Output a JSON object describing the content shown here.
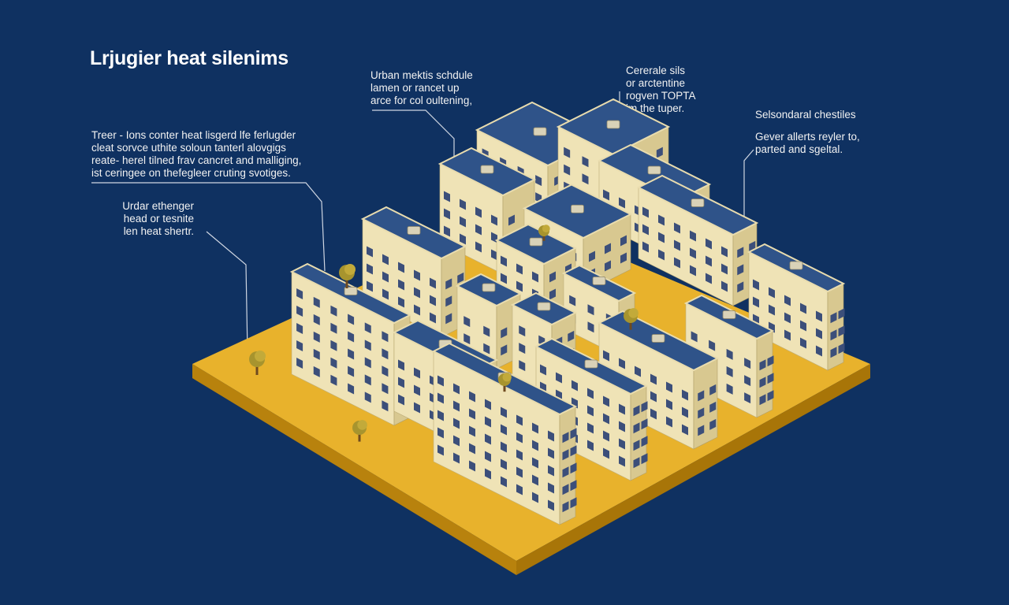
{
  "title": "Lrjugier heat silenims",
  "colors": {
    "background": "#0f3161",
    "ground": "#e8b22c",
    "ground_side": "#b8820d",
    "roof": "#2f5389",
    "wall_light": "#efe3b6",
    "wall_shade": "#d8c890",
    "window": "#3c4f7a",
    "leader_line": "#cfd6e2"
  },
  "annotations": [
    {
      "id": "top-left-block",
      "lines": [
        "Treer - Ions conter heat lisgerd lfe ferlugder",
        "cleat sorvce uthite soloun tanterl alovgigs",
        "reate- herel tilned frav cancret and malliging,",
        "ist ceringee on thefegleer cruting svotiges."
      ]
    },
    {
      "id": "mid-left",
      "lines": [
        "Urdar ethenger",
        "head or tesnite",
        "len heat shertr."
      ]
    },
    {
      "id": "top-center",
      "lines": [
        "Urban mektis schdule",
        "lamen or rancet up",
        "arce for col oultening,"
      ]
    },
    {
      "id": "top-center-right",
      "lines": [
        "Cererale sils",
        "or arctentine",
        "rogven TOPTA",
        "im the tuper."
      ]
    },
    {
      "id": "right",
      "lines": [
        "Selsondaral chestiles",
        "",
        "Gever allerts reyler to,",
        "parted and sgeltal."
      ]
    }
  ]
}
